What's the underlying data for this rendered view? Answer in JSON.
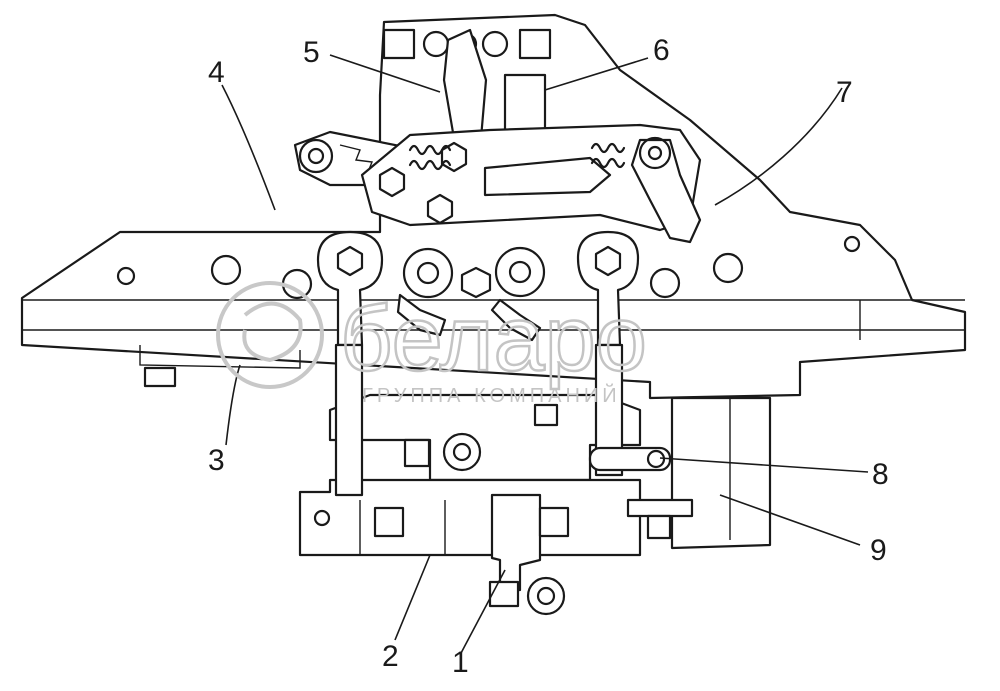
{
  "callouts": [
    {
      "id": "1",
      "label": "1"
    },
    {
      "id": "2",
      "label": "2"
    },
    {
      "id": "3",
      "label": "3"
    },
    {
      "id": "4",
      "label": "4"
    },
    {
      "id": "5",
      "label": "5"
    },
    {
      "id": "6",
      "label": "6"
    },
    {
      "id": "7",
      "label": "7"
    },
    {
      "id": "8",
      "label": "8"
    },
    {
      "id": "9",
      "label": "9"
    }
  ],
  "watermark": {
    "brand": "беларо",
    "tagline": "ГРУППА КОМПАНИЙ"
  }
}
